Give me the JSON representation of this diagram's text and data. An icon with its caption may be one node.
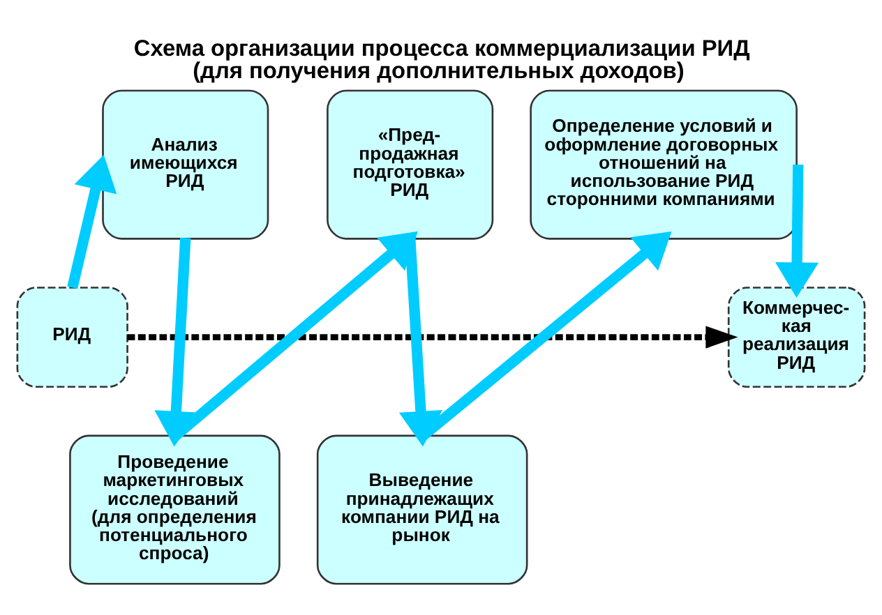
{
  "diagram": {
    "title": "Схема организации процесса коммерциализации РИД (для получения дополнительных доходов)",
    "nodes": [
      {
        "text": [
          "РИД"
        ]
      },
      {
        "text": [
          "Анализ имеющихся РИД"
        ]
      },
      {
        "text": [
          "Проведение маркетинговых исследований (для определения потенциального спроса)"
        ]
      },
      {
        "text": [
          "«Пред- продажная подготовка» РИД"
        ]
      },
      {
        "text": [
          "Выведение принадлежащих компании РИД на рынок"
        ]
      },
      {
        "text": [
          "Определение условий и оформление договорных отношений на использование РИД сторонними компаниями"
        ]
      },
      {
        "text": [
          "Коммерчес- кая реализация РИД"
        ]
      }
    ],
    "edges": [
      {
        "from": 0,
        "to": 1,
        "arrow": "to"
      },
      {
        "from": 1,
        "to": 2,
        "arrow": "to"
      },
      {
        "from": 2,
        "to": 3,
        "arrow": "to"
      },
      {
        "from": 3,
        "to": 4,
        "arrow": "to"
      },
      {
        "from": 4,
        "to": 5,
        "arrow": "to"
      },
      {
        "from": 5,
        "to": 6,
        "arrow": "to"
      },
      {
        "from": 0,
        "to": 6,
        "arrow": "to",
        "style": "dashed",
        "color": "#000000"
      }
    ]
  }
}
